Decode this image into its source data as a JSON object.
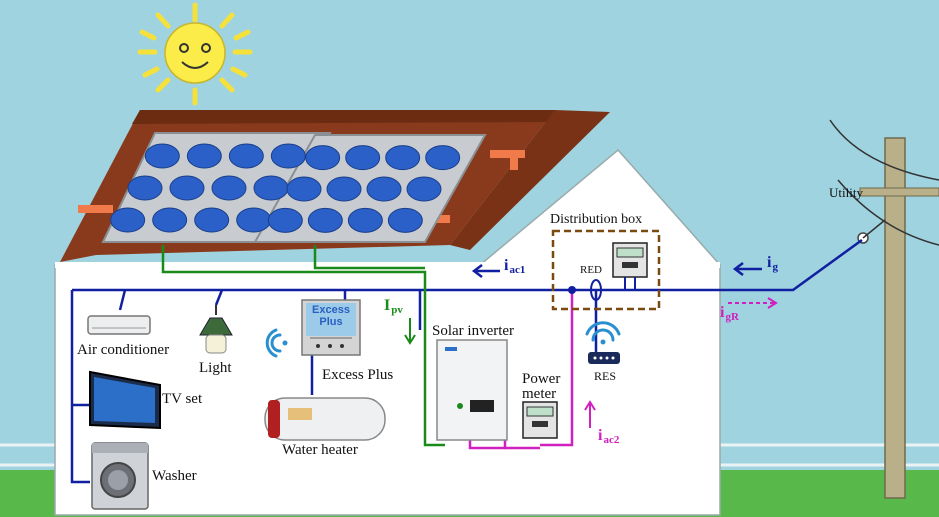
{
  "labels": {
    "utility": "Utility",
    "distribution_box": "Distribution box",
    "red": "RED",
    "res": "RES",
    "air_conditioner": "Air conditioner",
    "light": "Light",
    "tv_set": "TV set",
    "washer": "Washer",
    "excess_plus": "Excess Plus",
    "excess_plus_device_top": "Excess",
    "excess_plus_device_bottom": "Plus",
    "water_heater": "Water heater",
    "solar_inverter": "Solar inverter",
    "power_meter_line1": "Power",
    "power_meter_line2": "meter"
  },
  "currents": {
    "iac1": {
      "main": "i",
      "sub": "ac1"
    },
    "ipv": {
      "main": "I",
      "sub": "pv"
    },
    "ig": {
      "main": "i",
      "sub": "g"
    },
    "igr": {
      "main": "i",
      "sub": "gR"
    },
    "iac2": {
      "main": "i",
      "sub": "ac2"
    }
  },
  "colors": {
    "sky": "#9fd3e0",
    "ground": "#58b84a",
    "house": "#ffffff",
    "roof": "#8a3a1c",
    "ac_line": "#1020a0",
    "dc_line": "#1a8a1a",
    "meter_line": "#d020c0",
    "dist_box_border": "#7a4a10"
  }
}
